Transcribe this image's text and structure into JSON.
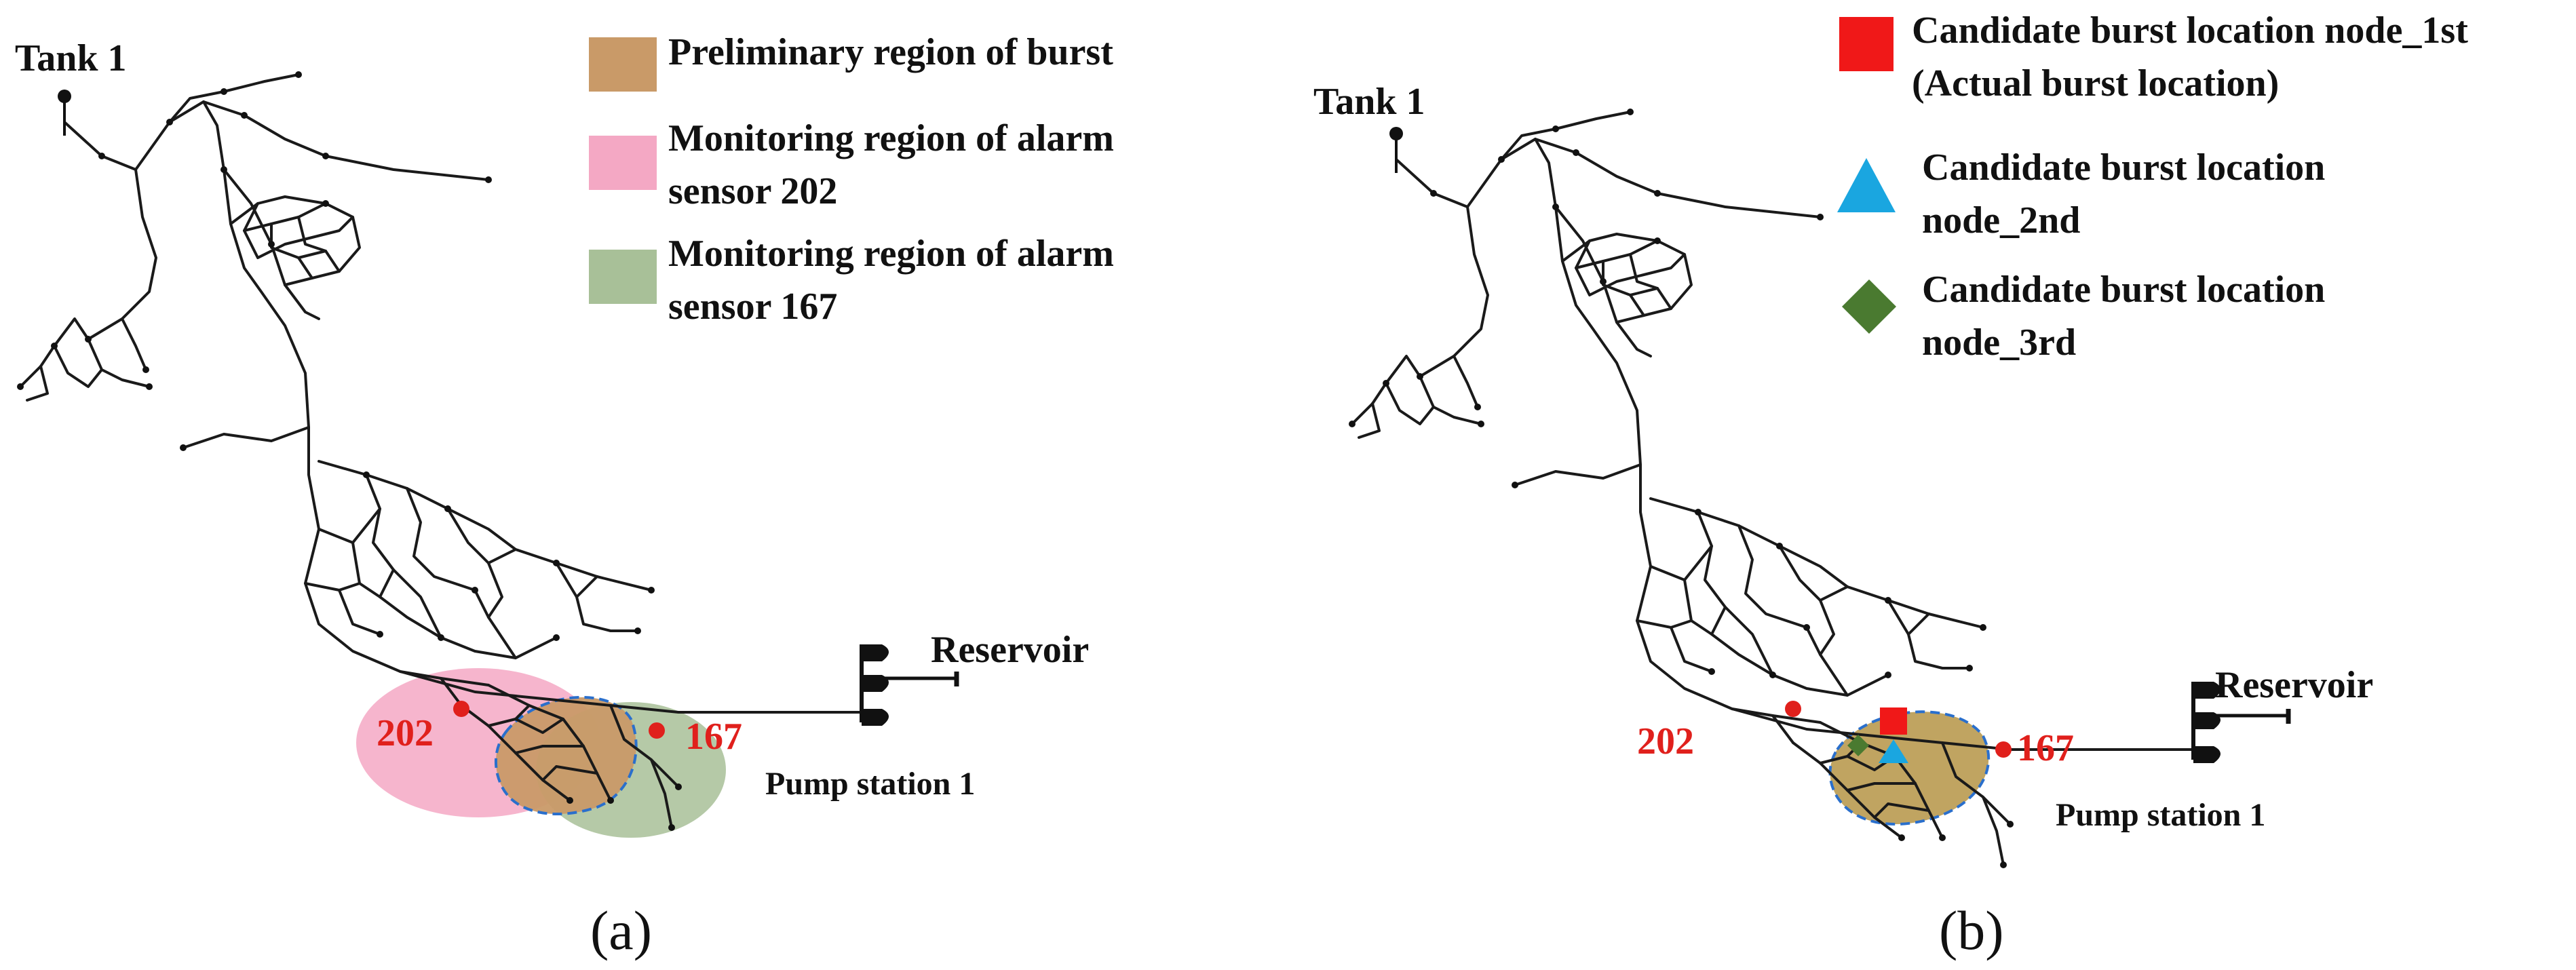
{
  "colors": {
    "preliminary_region": "#c99a68",
    "monitoring_202": "#f4a8c4",
    "monitoring_167": "#a8c098",
    "combined_region": "#b99a50",
    "sensor": "#e0201c",
    "candidate_1st": "#f01818",
    "candidate_2nd": "#1aa6e0",
    "candidate_3rd": "#4a7a30",
    "boundary": "#2a6fcc"
  },
  "icons": {
    "candidate_1st": "red-square-icon",
    "candidate_2nd": "blue-triangle-icon",
    "candidate_3rd": "green-diamond-icon"
  },
  "panel_a": {
    "tank_label": "Tank 1",
    "reservoir_label": "Reservoir",
    "pump_label": "Pump station 1",
    "sensor_202": "202",
    "sensor_167": "167",
    "caption": "(a)",
    "legend": [
      {
        "line1": "Preliminary region of burst",
        "line2": ""
      },
      {
        "line1": "Monitoring region of alarm",
        "line2": "sensor 202"
      },
      {
        "line1": "Monitoring region of alarm",
        "line2": "sensor 167"
      }
    ]
  },
  "panel_b": {
    "tank_label": "Tank 1",
    "reservoir_label": "Reservoir",
    "pump_label": "Pump station 1",
    "sensor_202": "202",
    "sensor_167": "167",
    "caption": "(b)",
    "legend": [
      {
        "line1": "Candidate burst location node_1st",
        "line2": "(Actual burst location)"
      },
      {
        "line1": "Candidate burst location",
        "line2": "node_2nd"
      },
      {
        "line1": "Candidate burst location",
        "line2": "node_3rd"
      }
    ]
  }
}
